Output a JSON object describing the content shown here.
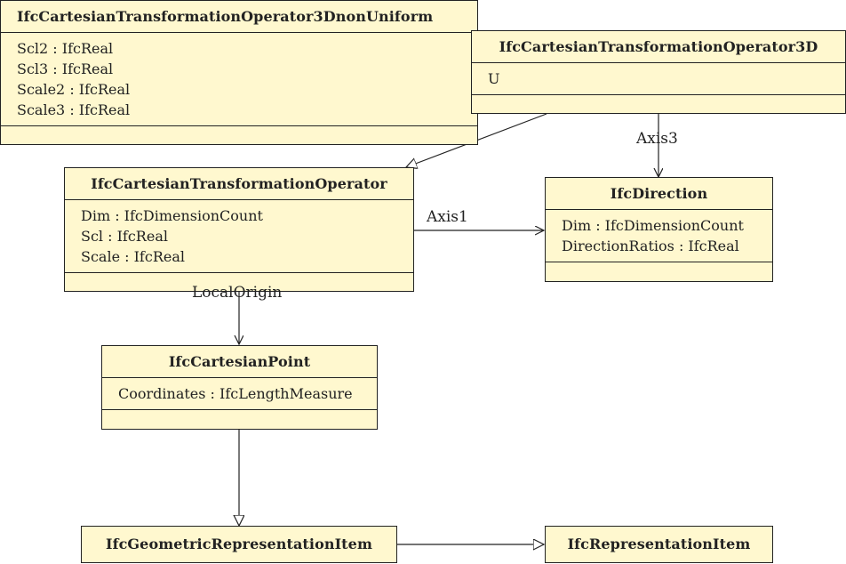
{
  "classes": {
    "nonuniform": {
      "name": "IfcCartesianTransformationOperator3DnonUniform",
      "attributes": [
        "Scl2 : IfcReal",
        "Scl3 : IfcReal",
        "Scale2 : IfcReal",
        "Scale3 : IfcReal"
      ]
    },
    "op3d": {
      "name": "IfcCartesianTransformationOperator3D",
      "attributes": [
        "U"
      ]
    },
    "op": {
      "name": "IfcCartesianTransformationOperator",
      "attributes": [
        "Dim : IfcDimensionCount",
        "Scl : IfcReal",
        "Scale : IfcReal"
      ]
    },
    "direction": {
      "name": "IfcDirection",
      "attributes": [
        "Dim : IfcDimensionCount",
        "DirectionRatios : IfcReal"
      ]
    },
    "point": {
      "name": "IfcCartesianPoint",
      "attributes": [
        "Coordinates : IfcLengthMeasure"
      ]
    },
    "geomitem": {
      "name": "IfcGeometricRepresentationItem"
    },
    "repitem": {
      "name": "IfcRepresentationItem"
    }
  },
  "associations": {
    "axis1": "Axis1",
    "axis3": "Axis3",
    "local_origin": "LocalOrigin"
  }
}
